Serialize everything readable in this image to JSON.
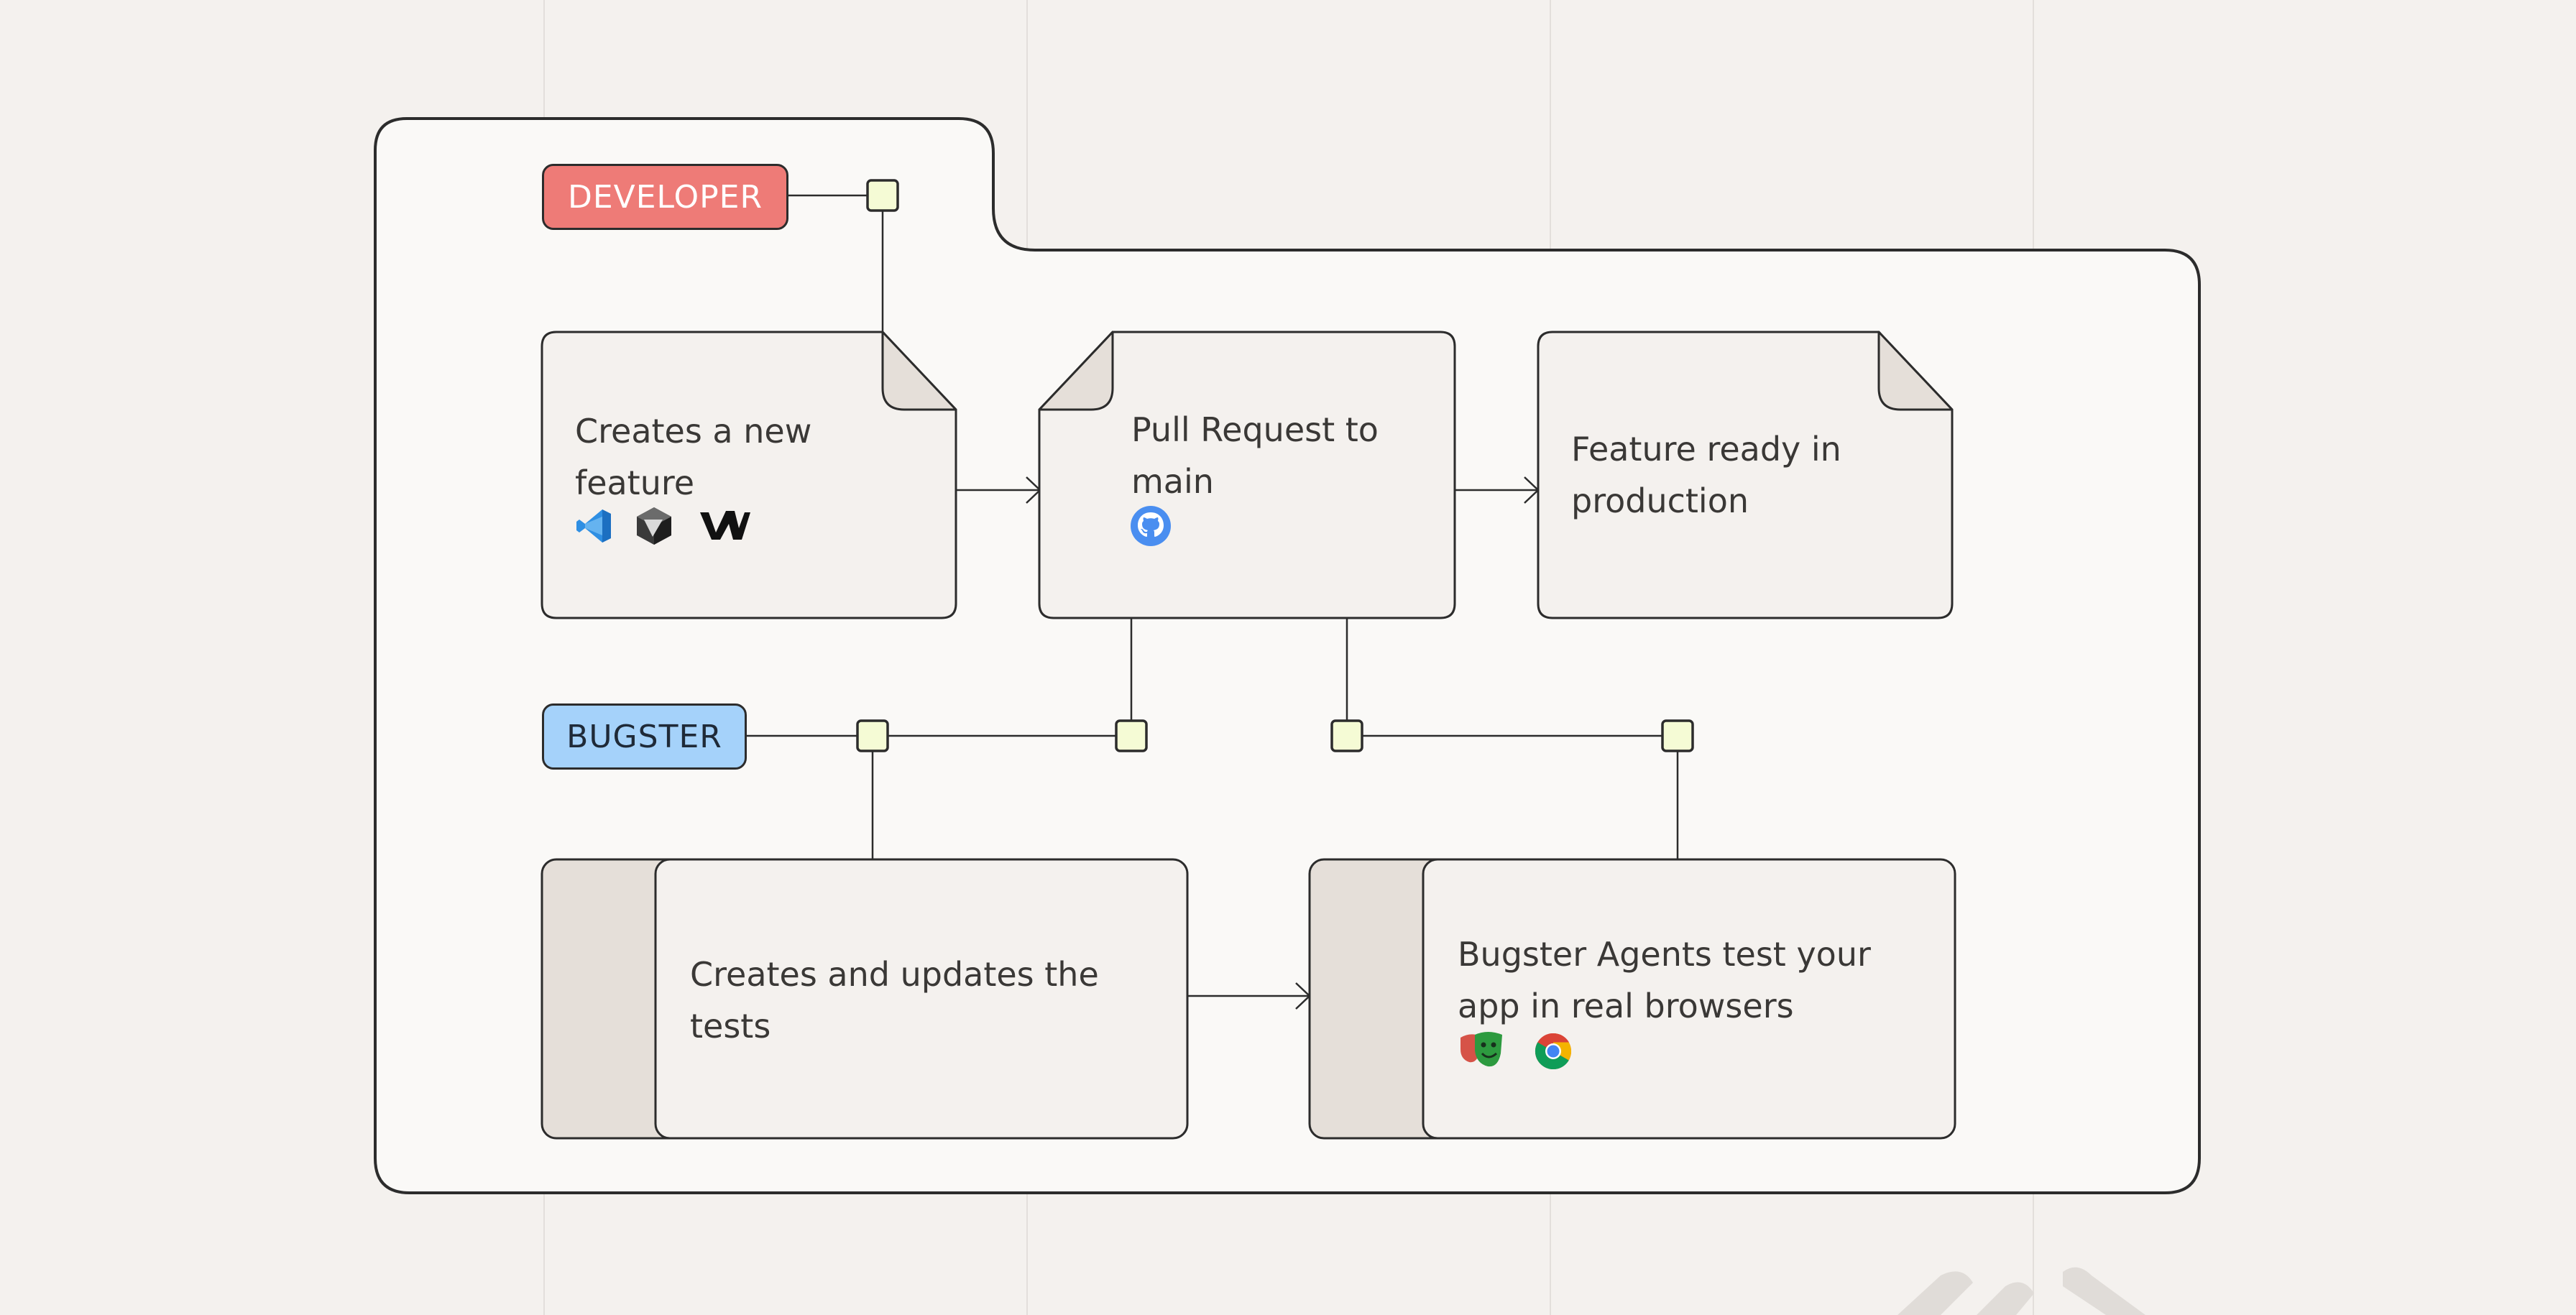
{
  "roles": {
    "developer": "DEVELOPER",
    "bugster": "BUGSTER"
  },
  "steps": {
    "create_feature": {
      "line1": "Creates a new",
      "line2": "feature",
      "icons": [
        "vscode-icon",
        "cursor-icon",
        "windsurf-icon"
      ]
    },
    "pull_request": {
      "line1": "Pull Request to",
      "line2": "main",
      "icons": [
        "github-icon"
      ]
    },
    "production": {
      "line1": "Feature ready in",
      "line2": "production"
    },
    "tests": {
      "line1": "Creates and updates the",
      "line2": "tests"
    },
    "agents": {
      "line1": "Bugster Agents test your",
      "line2": "app in real browsers",
      "icons": [
        "playwright-icon",
        "chrome-icon"
      ]
    }
  },
  "colors": {
    "background": "#f4f1ee",
    "panel": "#faf9f7",
    "card": "#f4f1ee",
    "card_fold": "#e5dfd9",
    "developer_tag": "#ee7b77",
    "bugster_tag": "#a5d2fa",
    "node": "#f5fbd5",
    "line": "#2c2c2c"
  }
}
